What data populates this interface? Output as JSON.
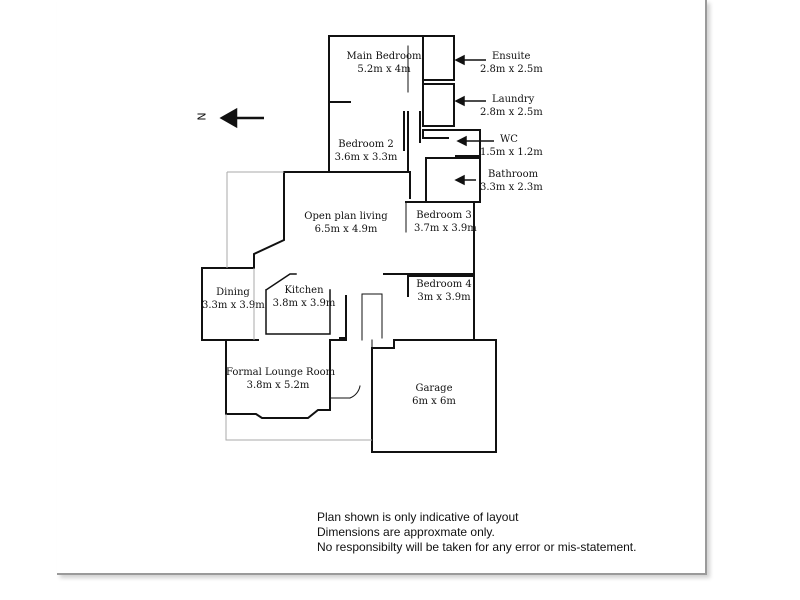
{
  "north": "N",
  "rooms": {
    "main_bedroom": {
      "name": "Main Bedroom",
      "size": "5.2m x 4m"
    },
    "ensuite": {
      "name": "Ensuite",
      "size": "2.8m x 2.5m"
    },
    "laundry": {
      "name": "Laundry",
      "size": "2.8m x 2.5m"
    },
    "wc": {
      "name": "WC",
      "size": "1.5m x 1.2m"
    },
    "bedroom2": {
      "name": "Bedroom 2",
      "size": "3.6m x 3.3m"
    },
    "bathroom": {
      "name": "Bathroom",
      "size": "3.3m x 2.3m"
    },
    "open_plan": {
      "name": "Open plan living",
      "size": "6.5m x 4.9m"
    },
    "bedroom3": {
      "name": "Bedroom 3",
      "size": "3.7m x 3.9m"
    },
    "dining": {
      "name": "Dining",
      "size": "3.3m x 3.9m"
    },
    "kitchen": {
      "name": "Kitchen",
      "size": "3.8m x 3.9m"
    },
    "bedroom4": {
      "name": "Bedroom 4",
      "size": "3m x 3.9m"
    },
    "formal_lounge": {
      "name": "Formal Lounge Room",
      "size": "3.8m x 5.2m"
    },
    "garage": {
      "name": "Garage",
      "size": "6m x 6m"
    }
  },
  "disclaimer": {
    "line1": "Plan shown is only indicative of layout",
    "line2": "Dimensions are approxmate only.",
    "line3": "No responsibilty will be taken for any error or mis-statement."
  }
}
